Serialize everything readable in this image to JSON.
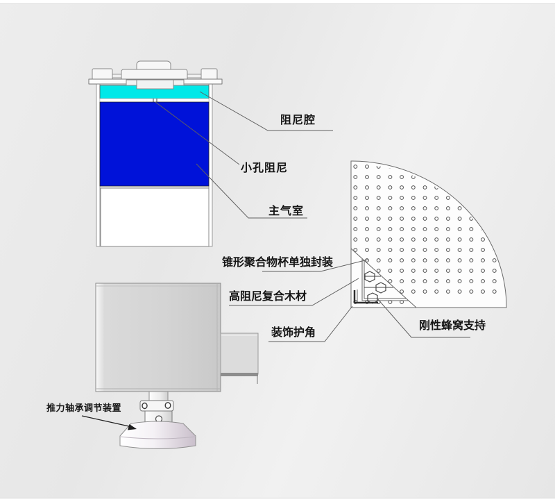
{
  "diagram": {
    "labels": {
      "damping_chamber": "阻尼腔",
      "orifice_damping": "小孔阻尼",
      "main_air_chamber": "主气室",
      "conical_polymer_cup": "锥形聚合物杯单独封装",
      "high_damping_composite_wood": "高阻尼复合木材",
      "decorative_corner_guard": "装饰护角",
      "rigid_honeycomb_support": "刚性蜂窝支持",
      "thrust_bearing_adjuster": "推力轴承调节装置"
    },
    "colors": {
      "damping_chamber_fill": "#00e8e8",
      "main_air_chamber_fill": "#0012d9",
      "isolator_body_fill": "#d5d5d5",
      "foot_shade": "#cdc3cf",
      "leader_line": "#606060",
      "background": "#e9e9e9"
    }
  }
}
